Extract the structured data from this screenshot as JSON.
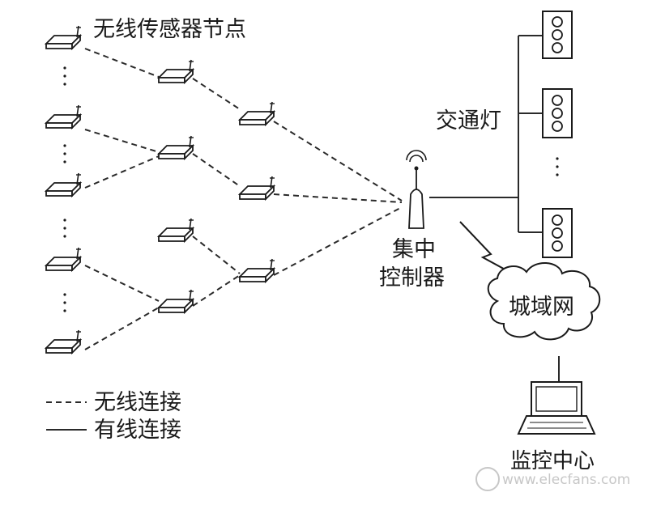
{
  "labels": {
    "sensor_node": "无线传感器节点",
    "traffic_light": "交通灯",
    "controller_line1": "集中",
    "controller_line2": "控制器",
    "metro_network": "城域网",
    "monitor_center": "监控中心"
  },
  "legend": {
    "wireless": "无线连接",
    "wired": "有线连接"
  },
  "watermark": {
    "site": "www.elecfans.com"
  }
}
